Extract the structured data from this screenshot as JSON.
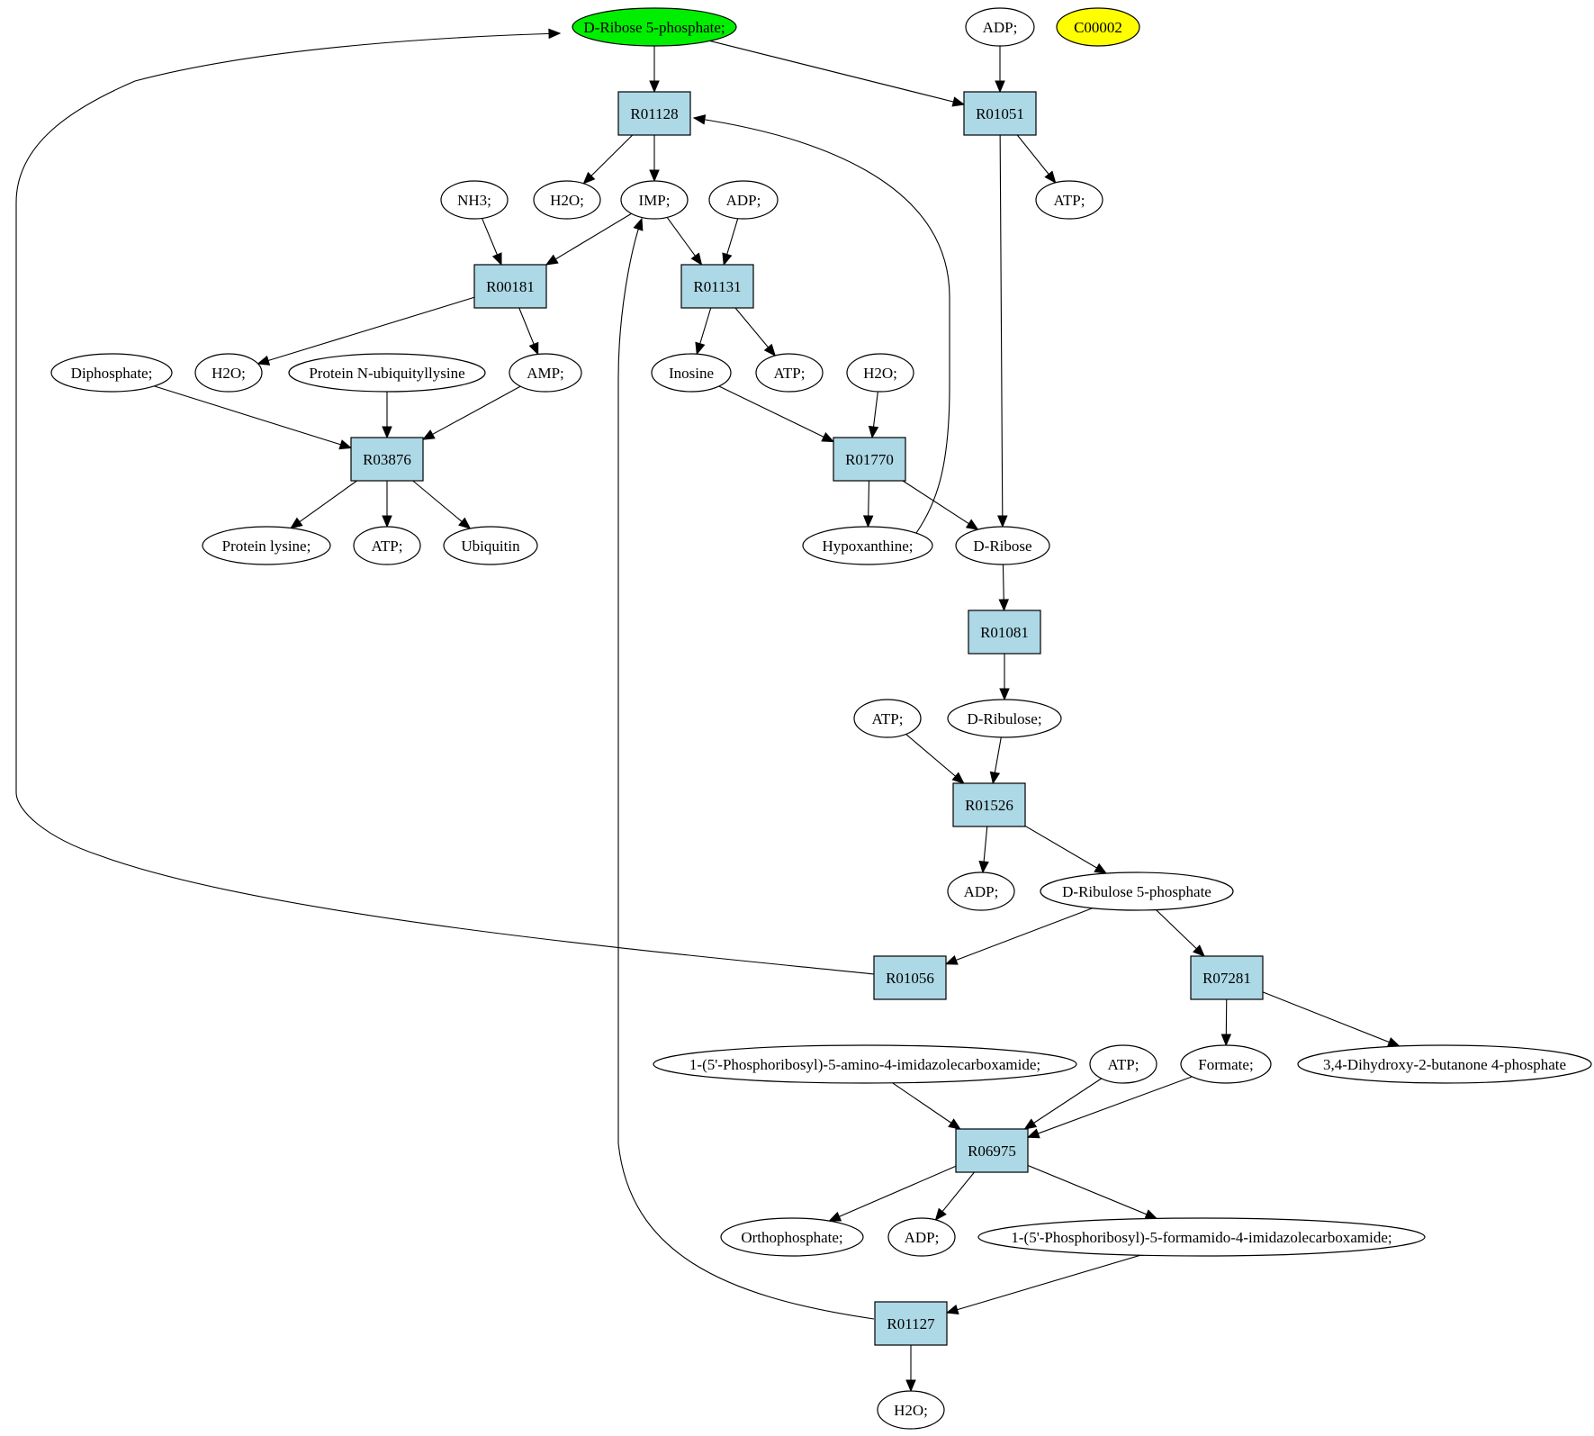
{
  "colors": {
    "reaction_fill": "#add8e6",
    "highlight_green": "#00ee00",
    "highlight_yellow": "#ffff00",
    "compound_fill": "#ffffff"
  },
  "nodes": [
    {
      "id": "c_rib5p",
      "label": "D-Ribose 5-phosphate;",
      "kind": "compound",
      "highlight": "green"
    },
    {
      "id": "c_adp_top",
      "label": "ADP;",
      "kind": "compound"
    },
    {
      "id": "c_c00002",
      "label": "C00002",
      "kind": "compound",
      "highlight": "yellow"
    },
    {
      "id": "r_R01128",
      "label": "R01128",
      "kind": "reaction"
    },
    {
      "id": "r_R01051",
      "label": "R01051",
      "kind": "reaction"
    },
    {
      "id": "c_nh3",
      "label": "NH3;",
      "kind": "compound"
    },
    {
      "id": "c_h2o_a",
      "label": "H2O;",
      "kind": "compound"
    },
    {
      "id": "c_imp",
      "label": "IMP;",
      "kind": "compound"
    },
    {
      "id": "c_adp_b",
      "label": "ADP;",
      "kind": "compound"
    },
    {
      "id": "c_atp_a",
      "label": "ATP;",
      "kind": "compound"
    },
    {
      "id": "r_R00181",
      "label": "R00181",
      "kind": "reaction"
    },
    {
      "id": "r_R01131",
      "label": "R01131",
      "kind": "reaction"
    },
    {
      "id": "c_diphosphate",
      "label": "Diphosphate;",
      "kind": "compound"
    },
    {
      "id": "c_h2o_b",
      "label": "H2O;",
      "kind": "compound"
    },
    {
      "id": "c_protein_ubq",
      "label": "Protein N-ubiquityllysine",
      "kind": "compound"
    },
    {
      "id": "c_amp",
      "label": "AMP;",
      "kind": "compound"
    },
    {
      "id": "c_inosine",
      "label": "Inosine",
      "kind": "compound"
    },
    {
      "id": "c_atp_b",
      "label": "ATP;",
      "kind": "compound"
    },
    {
      "id": "c_h2o_c",
      "label": "H2O;",
      "kind": "compound"
    },
    {
      "id": "r_R03876",
      "label": "R03876",
      "kind": "reaction"
    },
    {
      "id": "r_R01770",
      "label": "R01770",
      "kind": "reaction"
    },
    {
      "id": "c_protein_lys",
      "label": "Protein lysine;",
      "kind": "compound"
    },
    {
      "id": "c_atp_c",
      "label": "ATP;",
      "kind": "compound"
    },
    {
      "id": "c_ubiquitin",
      "label": "Ubiquitin",
      "kind": "compound"
    },
    {
      "id": "c_hypoxanthine",
      "label": "Hypoxanthine;",
      "kind": "compound"
    },
    {
      "id": "c_dribose",
      "label": "D-Ribose",
      "kind": "compound"
    },
    {
      "id": "r_R01081",
      "label": "R01081",
      "kind": "reaction"
    },
    {
      "id": "c_atp_d",
      "label": "ATP;",
      "kind": "compound"
    },
    {
      "id": "c_dribulose",
      "label": "D-Ribulose;",
      "kind": "compound"
    },
    {
      "id": "r_R01526",
      "label": "R01526",
      "kind": "reaction"
    },
    {
      "id": "c_adp_c",
      "label": "ADP;",
      "kind": "compound"
    },
    {
      "id": "c_ribulose5p",
      "label": "D-Ribulose 5-phosphate",
      "kind": "compound"
    },
    {
      "id": "r_R01056",
      "label": "R01056",
      "kind": "reaction"
    },
    {
      "id": "r_R07281",
      "label": "R07281",
      "kind": "reaction"
    },
    {
      "id": "c_aicar",
      "label": "1-(5'-Phosphoribosyl)-5-amino-4-imidazolecarboxamide;",
      "kind": "compound"
    },
    {
      "id": "c_atp_e",
      "label": "ATP;",
      "kind": "compound"
    },
    {
      "id": "c_formate",
      "label": "Formate;",
      "kind": "compound"
    },
    {
      "id": "c_dhbp",
      "label": "3,4-Dihydroxy-2-butanone 4-phosphate",
      "kind": "compound"
    },
    {
      "id": "r_R06975",
      "label": "R06975",
      "kind": "reaction"
    },
    {
      "id": "c_orthophosphate",
      "label": "Orthophosphate;",
      "kind": "compound"
    },
    {
      "id": "c_adp_d",
      "label": "ADP;",
      "kind": "compound"
    },
    {
      "id": "c_faicar",
      "label": "1-(5'-Phosphoribosyl)-5-formamido-4-imidazolecarboxamide;",
      "kind": "compound"
    },
    {
      "id": "r_R01127",
      "label": "R01127",
      "kind": "reaction"
    },
    {
      "id": "c_h2o_d",
      "label": "H2O;",
      "kind": "compound"
    }
  ],
  "edges": [
    {
      "from": "c_rib5p",
      "to": "r_R01128"
    },
    {
      "from": "c_rib5p",
      "to": "r_R01051"
    },
    {
      "from": "c_adp_top",
      "to": "r_R01051"
    },
    {
      "from": "r_R01128",
      "to": "c_h2o_a"
    },
    {
      "from": "r_R01128",
      "to": "c_imp"
    },
    {
      "from": "r_R01051",
      "to": "c_atp_a"
    },
    {
      "from": "r_R01051",
      "to": "c_dribose"
    },
    {
      "from": "c_nh3",
      "to": "r_R00181"
    },
    {
      "from": "c_imp",
      "to": "r_R00181"
    },
    {
      "from": "c_imp",
      "to": "r_R01131"
    },
    {
      "from": "c_adp_b",
      "to": "r_R01131"
    },
    {
      "from": "r_R00181",
      "to": "c_h2o_b"
    },
    {
      "from": "r_R00181",
      "to": "c_amp"
    },
    {
      "from": "r_R01131",
      "to": "c_inosine"
    },
    {
      "from": "r_R01131",
      "to": "c_atp_b"
    },
    {
      "from": "c_diphosphate",
      "to": "r_R03876"
    },
    {
      "from": "c_protein_ubq",
      "to": "r_R03876"
    },
    {
      "from": "c_amp",
      "to": "r_R03876"
    },
    {
      "from": "c_inosine",
      "to": "r_R01770"
    },
    {
      "from": "c_h2o_c",
      "to": "r_R01770"
    },
    {
      "from": "r_R03876",
      "to": "c_protein_lys"
    },
    {
      "from": "r_R03876",
      "to": "c_atp_c"
    },
    {
      "from": "r_R03876",
      "to": "c_ubiquitin"
    },
    {
      "from": "r_R01770",
      "to": "c_hypoxanthine"
    },
    {
      "from": "r_R01770",
      "to": "c_dribose"
    },
    {
      "from": "c_hypoxanthine",
      "to": "r_R01128"
    },
    {
      "from": "c_dribose",
      "to": "r_R01081"
    },
    {
      "from": "r_R01081",
      "to": "c_dribulose"
    },
    {
      "from": "c_atp_d",
      "to": "r_R01526"
    },
    {
      "from": "c_dribulose",
      "to": "r_R01526"
    },
    {
      "from": "r_R01526",
      "to": "c_adp_c"
    },
    {
      "from": "r_R01526",
      "to": "c_ribulose5p"
    },
    {
      "from": "c_ribulose5p",
      "to": "r_R01056"
    },
    {
      "from": "c_ribulose5p",
      "to": "r_R07281"
    },
    {
      "from": "r_R01056",
      "to": "c_rib5p"
    },
    {
      "from": "r_R07281",
      "to": "c_formate"
    },
    {
      "from": "r_R07281",
      "to": "c_dhbp"
    },
    {
      "from": "c_aicar",
      "to": "r_R06975"
    },
    {
      "from": "c_atp_e",
      "to": "r_R06975"
    },
    {
      "from": "c_formate",
      "to": "r_R06975"
    },
    {
      "from": "r_R06975",
      "to": "c_orthophosphate"
    },
    {
      "from": "r_R06975",
      "to": "c_adp_d"
    },
    {
      "from": "r_R06975",
      "to": "c_faicar"
    },
    {
      "from": "c_faicar",
      "to": "r_R01127"
    },
    {
      "from": "r_R01127",
      "to": "c_imp"
    },
    {
      "from": "r_R01127",
      "to": "c_h2o_d"
    }
  ]
}
